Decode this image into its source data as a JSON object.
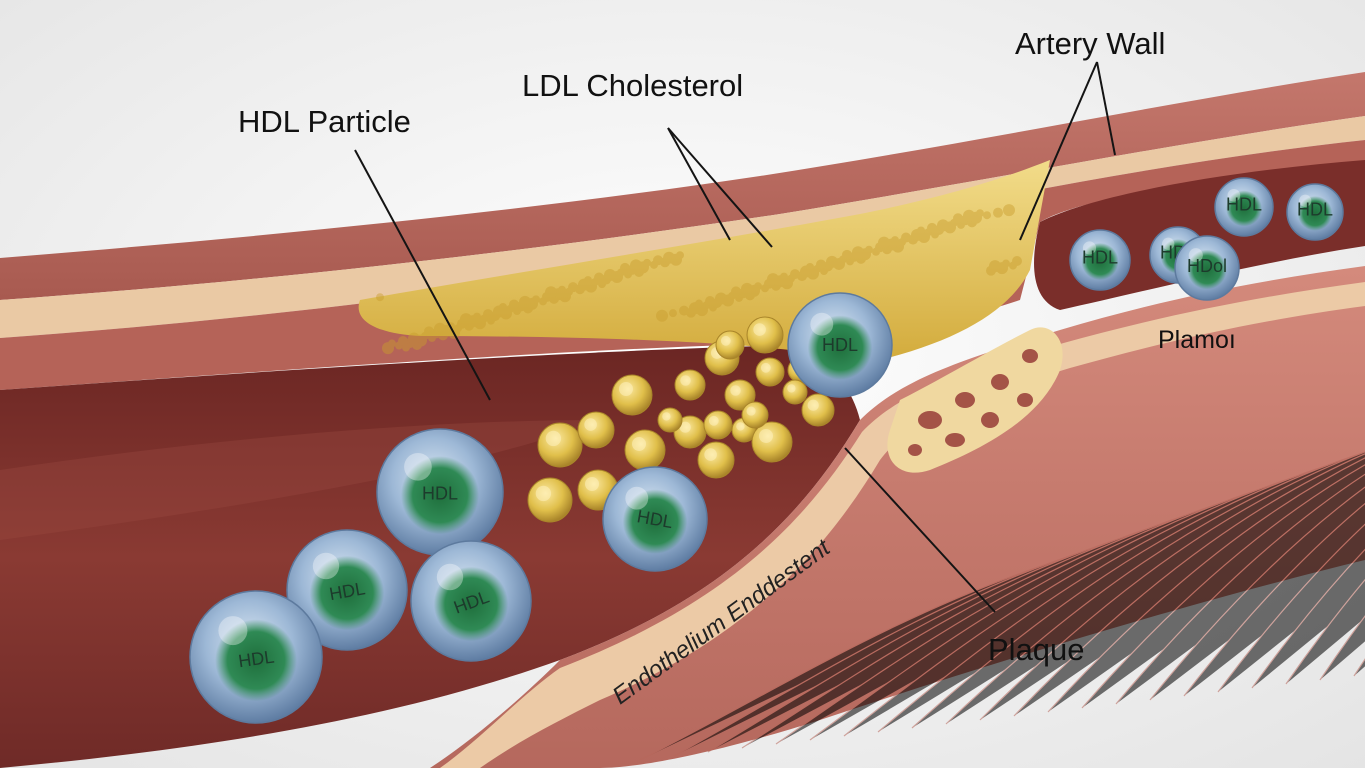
{
  "labels": {
    "hdl_particle": "HDL Particle",
    "ldl_cholesterol": "LDL Cholesterol",
    "artery_wall": "Artery Wall",
    "plaque": "Plaque",
    "plamoi": "Plamoı",
    "endothelium": "Endothelium Enddestent"
  },
  "particles": {
    "hdl": "HDL",
    "hdl_distorted": "HDL",
    "hdl_distorted_2": "HDL",
    "hdol": "HDol"
  },
  "colors": {
    "background": "#f2f2f2",
    "artery_outer": "#c97a6f",
    "artery_lumen": "#7e2f2b",
    "intima": "#eac9a4",
    "cholesterol": "#e0bf4a",
    "hdl_shell": "#9db8d6",
    "hdl_core": "#2f8a55",
    "ldl_particle": "#e3c45a",
    "plaque_foam": "#f0d8a0"
  }
}
